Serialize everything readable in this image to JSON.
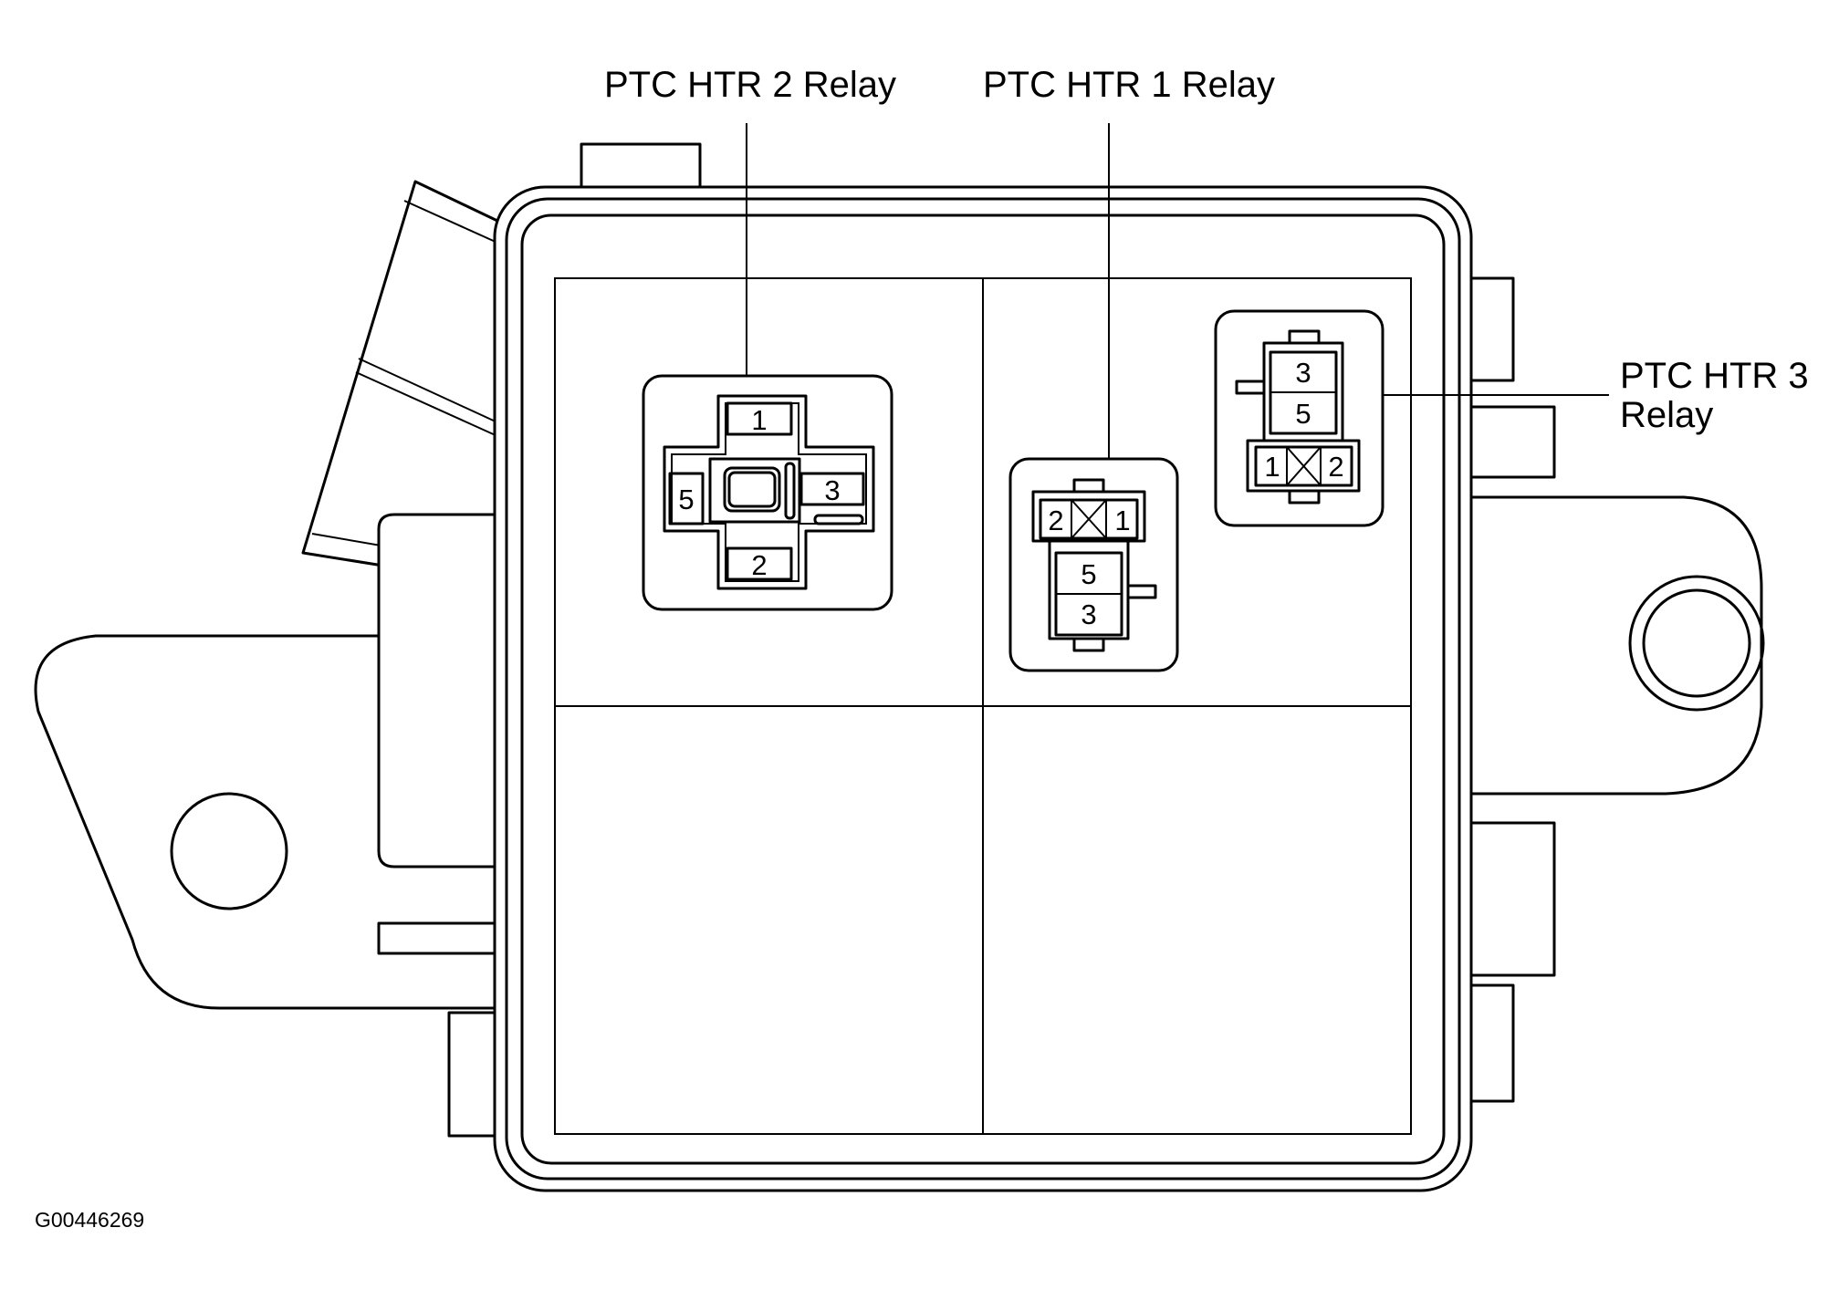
{
  "labels": {
    "relay2": "PTC HTR 2 Relay",
    "relay1": "PTC HTR 1 Relay",
    "relay3_line1": "PTC HTR 3",
    "relay3_line2": "Relay",
    "figure_code": "G00446269"
  },
  "relay2_pins": {
    "top": "1",
    "left": "5",
    "right": "3",
    "bottom": "2"
  },
  "relay1_pins": {
    "top_left": "2",
    "top_right": "1",
    "mid": "5",
    "bottom": "3"
  },
  "relay3_pins": {
    "top": "3",
    "mid": "5",
    "bottom_left": "1",
    "bottom_right": "2"
  }
}
